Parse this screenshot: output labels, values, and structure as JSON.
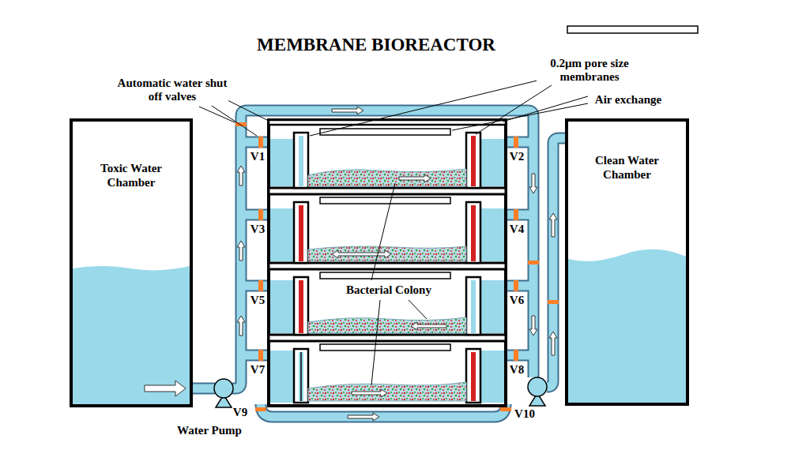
{
  "diagram": {
    "title": "MEMBRANE BIOREACTOR",
    "nodes": [
      {
        "text": [
          "Toxic Water Chamber"
        ]
      },
      {
        "text": [
          "Clean Water Chamber"
        ]
      }
    ],
    "labels": [
      "Automatic water shut off valves",
      "0.2µm pore size membranes",
      "Air exchange",
      "Bacterial Colony",
      "Water Pump",
      "V1",
      "V2",
      "V3",
      "V4",
      "V5",
      "V6",
      "V7",
      "V8",
      "V9",
      "V10"
    ]
  }
}
